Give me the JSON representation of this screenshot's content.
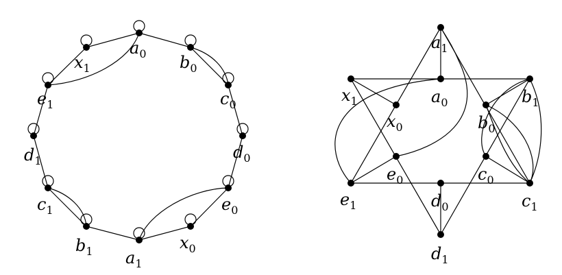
{
  "graphs": [
    {
      "name": "cycle-graph",
      "vertices": [
        {
          "id": "a0",
          "letter": "a",
          "index": "0"
        },
        {
          "id": "b0",
          "letter": "b",
          "index": "0"
        },
        {
          "id": "c0",
          "letter": "c",
          "index": "0"
        },
        {
          "id": "d0",
          "letter": "d",
          "index": "0"
        },
        {
          "id": "e0",
          "letter": "e",
          "index": "0"
        },
        {
          "id": "x0",
          "letter": "x",
          "index": "0"
        },
        {
          "id": "a1",
          "letter": "a",
          "index": "1"
        },
        {
          "id": "b1",
          "letter": "b",
          "index": "1"
        },
        {
          "id": "c1",
          "letter": "c",
          "index": "1"
        },
        {
          "id": "d1",
          "letter": "d",
          "index": "1"
        },
        {
          "id": "e1",
          "letter": "e",
          "index": "1"
        },
        {
          "id": "x1",
          "letter": "x",
          "index": "1"
        }
      ]
    },
    {
      "name": "star-graph",
      "vertices": [
        {
          "id": "a1",
          "letter": "a",
          "index": "1"
        },
        {
          "id": "x1",
          "letter": "x",
          "index": "1"
        },
        {
          "id": "a0",
          "letter": "a",
          "index": "0"
        },
        {
          "id": "b1",
          "letter": "b",
          "index": "1"
        },
        {
          "id": "x0",
          "letter": "x",
          "index": "0"
        },
        {
          "id": "b0",
          "letter": "b",
          "index": "0"
        },
        {
          "id": "e0",
          "letter": "e",
          "index": "0"
        },
        {
          "id": "c0",
          "letter": "c",
          "index": "0"
        },
        {
          "id": "e1",
          "letter": "e",
          "index": "1"
        },
        {
          "id": "d0",
          "letter": "d",
          "index": "0"
        },
        {
          "id": "c1",
          "letter": "c",
          "index": "1"
        },
        {
          "id": "d1",
          "letter": "d",
          "index": "1"
        }
      ]
    }
  ]
}
